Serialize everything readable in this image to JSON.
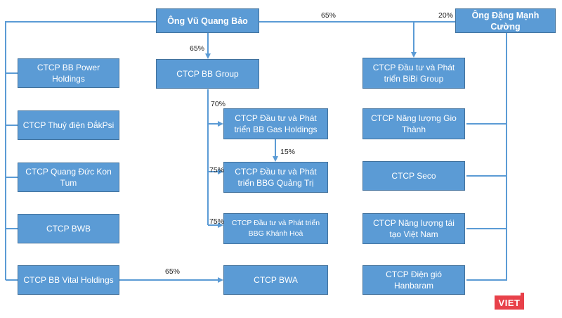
{
  "colors": {
    "box_fill": "#5b9bd5",
    "box_border": "#41719c",
    "connector": "#5b9bd5",
    "logo": "#e8414a"
  },
  "people": {
    "bao": "Ông Vũ Quang Bảo",
    "cuong": "Ông Đặng Mạnh Cường"
  },
  "companies": {
    "bb_power": "CTCP BB Power Holdings",
    "thuy_dien": "CTCP Thuỷ điện ĐắkPsi",
    "quang_duc": "CTCP Quang Đức Kon Tum",
    "bwb": "CTCP BWB",
    "bb_vital": "CTCP BB Vital Holdings",
    "bb_group": "CTCP BB Group",
    "bb_gas": "CTCP Đầu tư và Phát triển BB Gas Holdings",
    "bbg_quang_tri": "CTCP Đầu tư và Phát triển BBG Quảng Trị",
    "bbg_khanh_hoa": "CTCP Đầu tư và Phát triển BBG Khánh Hoà",
    "bwa": "CTCP BWA",
    "bibi": "CTCP Đầu tư và Phát triển BiBi Group",
    "gio_thanh": "CTCP Năng lượng Gio Thành",
    "seco": "CTCP Seco",
    "tai_tao": "CTCP Năng lượng tái tạo Việt Nam",
    "hanbaram": "CTCP Điện gió Hanbaram"
  },
  "percentages": {
    "bao_to_bibi": "65%",
    "cuong_to_bibi": "20%",
    "bao_to_bb_group": "65%",
    "bb_group_to_bb_gas": "70%",
    "bb_gas_to_quang_tri": "15%",
    "bb_group_to_quang_tri": "75%",
    "bb_group_to_khanh_hoa": "75%",
    "bb_vital_to_bwa": "65%"
  },
  "logo": {
    "text": "VIET"
  }
}
